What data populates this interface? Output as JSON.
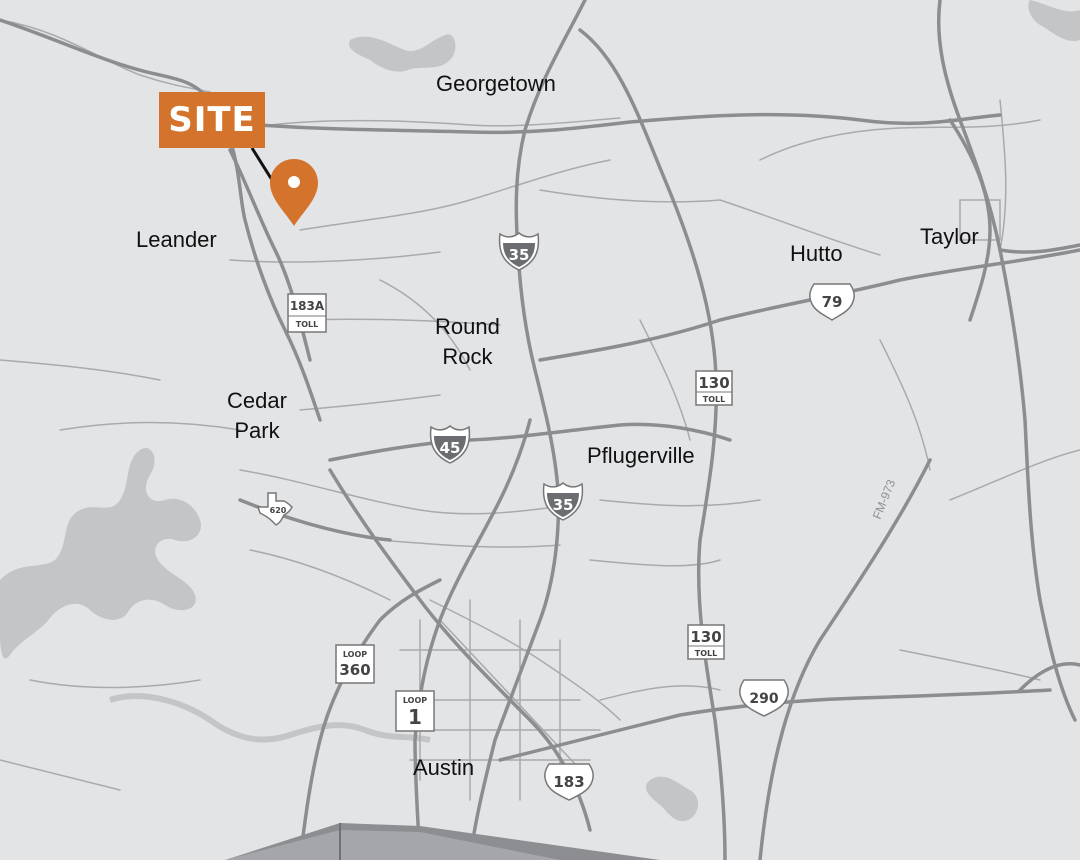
{
  "map": {
    "site_marker": {
      "label": "SITE",
      "color": "#d3732c"
    },
    "cities": [
      {
        "key": "georgetown",
        "name": "Georgetown"
      },
      {
        "key": "leander",
        "name": "Leander"
      },
      {
        "key": "hutto",
        "name": "Hutto"
      },
      {
        "key": "taylor",
        "name": "Taylor"
      },
      {
        "key": "round-rock",
        "name": "Round\nRock"
      },
      {
        "key": "cedar-park",
        "name": "Cedar\nPark"
      },
      {
        "key": "pflugerville",
        "name": "Pflugerville"
      },
      {
        "key": "austin",
        "name": "Austin"
      }
    ],
    "road_labels": {
      "fm973": "FM-973",
      "toll_183a": {
        "number": "183A",
        "sub": "TOLL"
      },
      "toll_130_north": {
        "number": "130",
        "sub": "TOLL"
      },
      "toll_130_south": {
        "number": "130",
        "sub": "TOLL"
      },
      "interstate_35_north": "35",
      "interstate_35_south": "35",
      "interstate_45": "45",
      "us_79": "79",
      "us_290": "290",
      "us_183": "183",
      "tx_620": "620",
      "loop_360": {
        "prefix": "LOOP",
        "number": "360"
      },
      "loop_1": {
        "prefix": "LOOP",
        "number": "1"
      }
    },
    "colors": {
      "background": "#e3e4e6",
      "water": "#c4c5c7",
      "major_road": "#8b8d90",
      "minor_road": "#a8aaad",
      "site_orange": "#d3732c"
    }
  }
}
